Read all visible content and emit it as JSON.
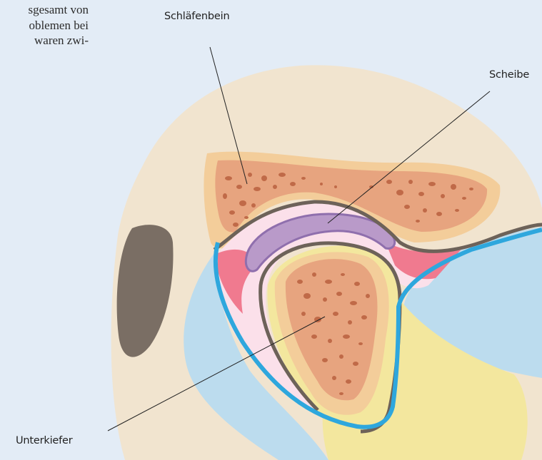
{
  "text_fragment": {
    "lines": [
      "sgesamt von",
      "oblemen bei",
      "waren zwi-"
    ]
  },
  "labels": {
    "temporal_bone": "Schläfenbein",
    "disc": "Scheibe",
    "mandible": "Unterkiefer"
  },
  "colors": {
    "background": "#e3ecf6",
    "tissue": "#f1e4cf",
    "bone_outer": "#f3cd9a",
    "bone_inner": "#e7a47f",
    "bone_dots": "#c06a48",
    "cartilage": "#f6f0a0",
    "disc": "#b99ac9",
    "disc_outline": "#8f6fad",
    "capsule_red": "#f07a8f",
    "capsule_pink": "#fbe0ea",
    "ligament_blue": "#2ea7dd",
    "muscle_blue": "#bcdcee",
    "ear_canal": "#7a6e64",
    "outline": "#6d6259"
  }
}
